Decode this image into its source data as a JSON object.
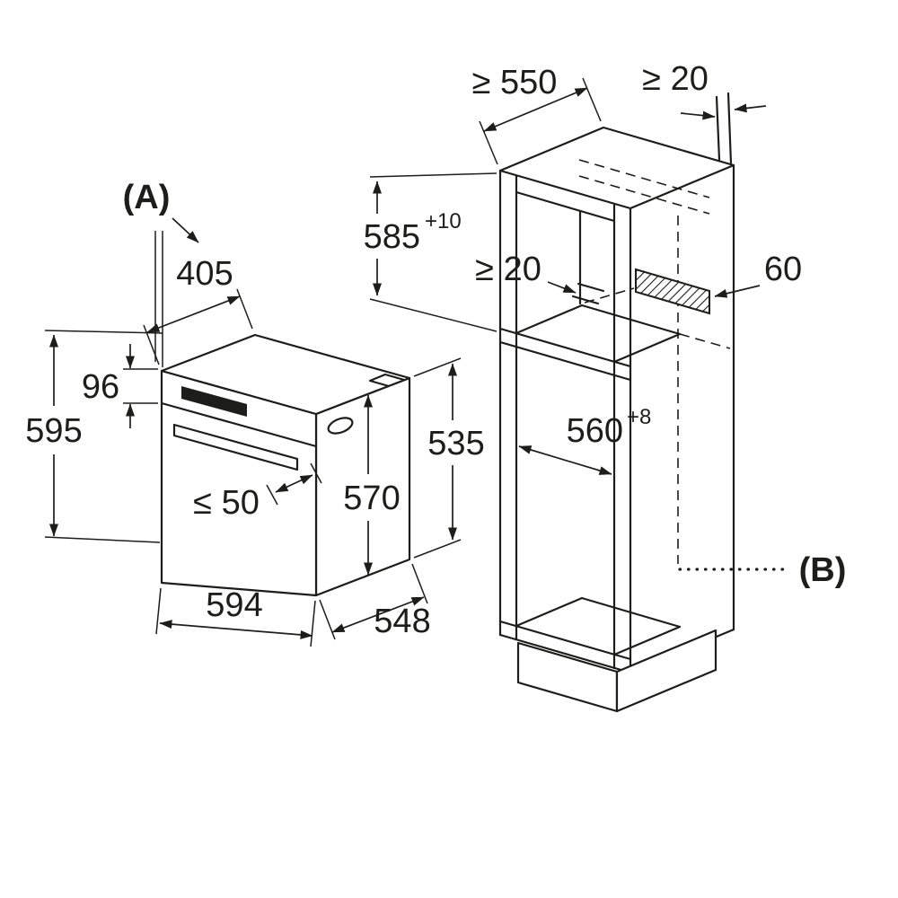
{
  "diagram": {
    "views": {
      "a": "(A)",
      "b": "(B)"
    },
    "oven": {
      "top_depth": "405",
      "control_panel_height": "96",
      "height": "595",
      "handle_clearance": "≤ 50",
      "front_height": "570",
      "rear_height": "535",
      "width": "594",
      "depth": "548"
    },
    "niche": {
      "min_depth": "≥ 550",
      "rear_top_gap": "≥ 20",
      "height": "585",
      "height_tolerance": "+10",
      "vent_gap": "≥ 20",
      "vent_height": "60",
      "width": "560",
      "width_tolerance": "+8"
    },
    "colors": {
      "line": "#1d1d1b",
      "background": "#ffffff"
    }
  }
}
